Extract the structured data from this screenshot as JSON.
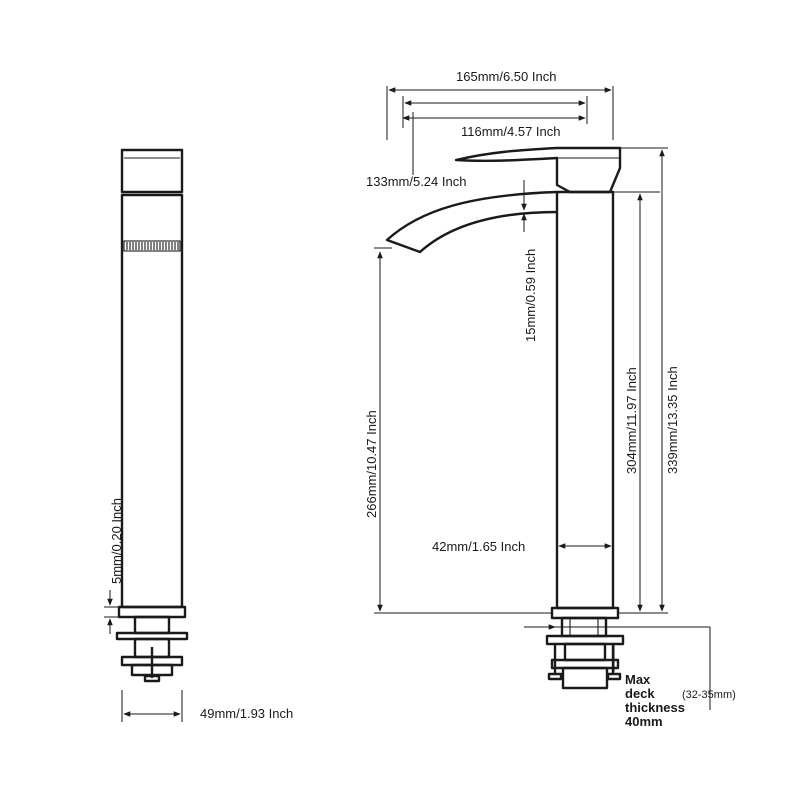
{
  "dimensions": {
    "overall_width": "165mm/6.50 Inch",
    "spout_to_handle": "116mm/4.57 Inch",
    "spout_reach": "133mm/5.24 Inch",
    "spout_gap": "15mm/0.59 Inch",
    "spout_height": "266mm/10.47 Inch",
    "body_height": "304mm/11.97 Inch",
    "total_height": "339mm/13.35 Inch",
    "body_width": "42mm/1.65 Inch",
    "base_plate": "5mm/0.20 Inch",
    "side_width": "49mm/1.93 Inch"
  },
  "deck_note": {
    "line1": "Max",
    "line2": "deck",
    "line3": "thickness",
    "line4": "40mm",
    "range": "(32-35mm)"
  }
}
